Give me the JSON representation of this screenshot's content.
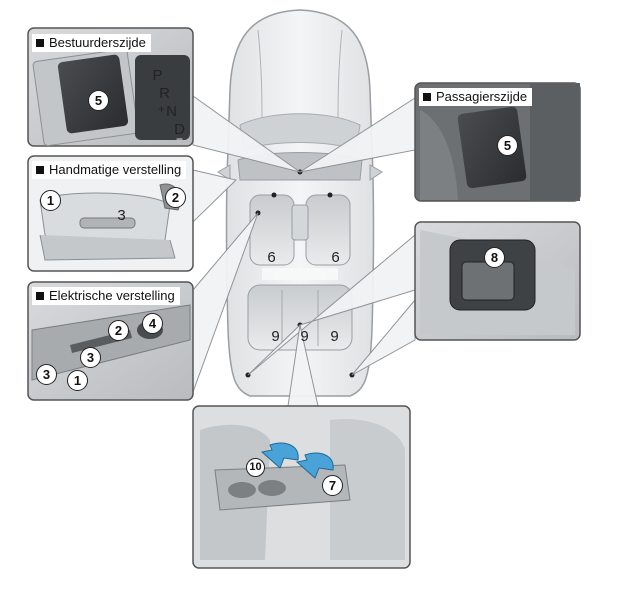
{
  "panels": {
    "driver_side": {
      "title": "Bestuurderszijde"
    },
    "manual": {
      "title": "Handmatige verstelling"
    },
    "electric": {
      "title": "Elektrische verstelling"
    },
    "passenger_side": {
      "title": "Passagierszijde"
    }
  },
  "gear_letters": [
    "P",
    "R",
    "N",
    "D"
  ],
  "gear_signs": [
    "+",
    "−"
  ],
  "callouts": {
    "driver_heater": "5",
    "passenger_heater": "5",
    "manual_1": "1",
    "manual_2": "2",
    "manual_3": "3",
    "electric_1": "1",
    "electric_2": "2",
    "electric_3a": "3",
    "electric_3b": "3",
    "electric_4": "4",
    "front_seat_left": "6",
    "front_seat_right": "6",
    "rear_left": "9",
    "rear_center": "9",
    "rear_right": "9",
    "rear_switch": "8",
    "armrest_10": "10",
    "armrest_7": "7"
  }
}
